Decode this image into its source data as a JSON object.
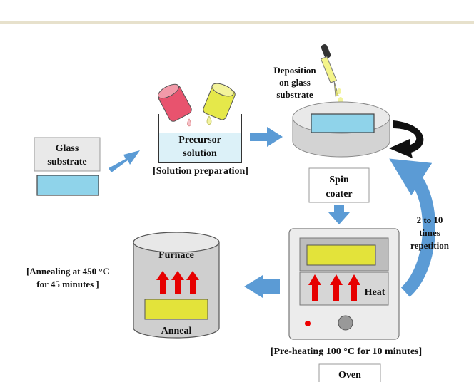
{
  "labels": {
    "deposition": [
      "Deposition",
      "on glass",
      "substrate"
    ],
    "precursor": [
      "Precursor",
      "solution"
    ],
    "solution_prep": "[Solution preparation]",
    "glass": [
      "Glass",
      "substrate"
    ],
    "spin": [
      "Spin",
      "coater"
    ],
    "repetition": [
      "2 to 10",
      "times",
      "repetition"
    ],
    "furnace": "Furnace",
    "anneal": "Anneal",
    "annealing_note": [
      "[Annealing at 450 °C",
      "for 45 minutes ]"
    ],
    "heat": "Heat",
    "preheating": "[Pre-heating 100 °C for 10 minutes]",
    "oven": "Oven"
  },
  "colors": {
    "arrow_blue": "#5b9bd5",
    "glass_cyan": "#8fd3ea",
    "heat_red": "#e60000",
    "sample_yellow": "#e3e33a",
    "cup_pink": "#e8536e",
    "cup_yellow": "#e5e84a",
    "solution_fill": "#dcf1f8",
    "device_gray": "#e9e9e9",
    "panel_gray": "#bdbdbd"
  },
  "icons": [
    "dropper-icon",
    "beaker-icon",
    "cup-icon",
    "spin-disk-icon",
    "rotation-arrow-icon",
    "furnace-icon",
    "oven-icon",
    "heat-arrow-icon",
    "knob-icon"
  ]
}
